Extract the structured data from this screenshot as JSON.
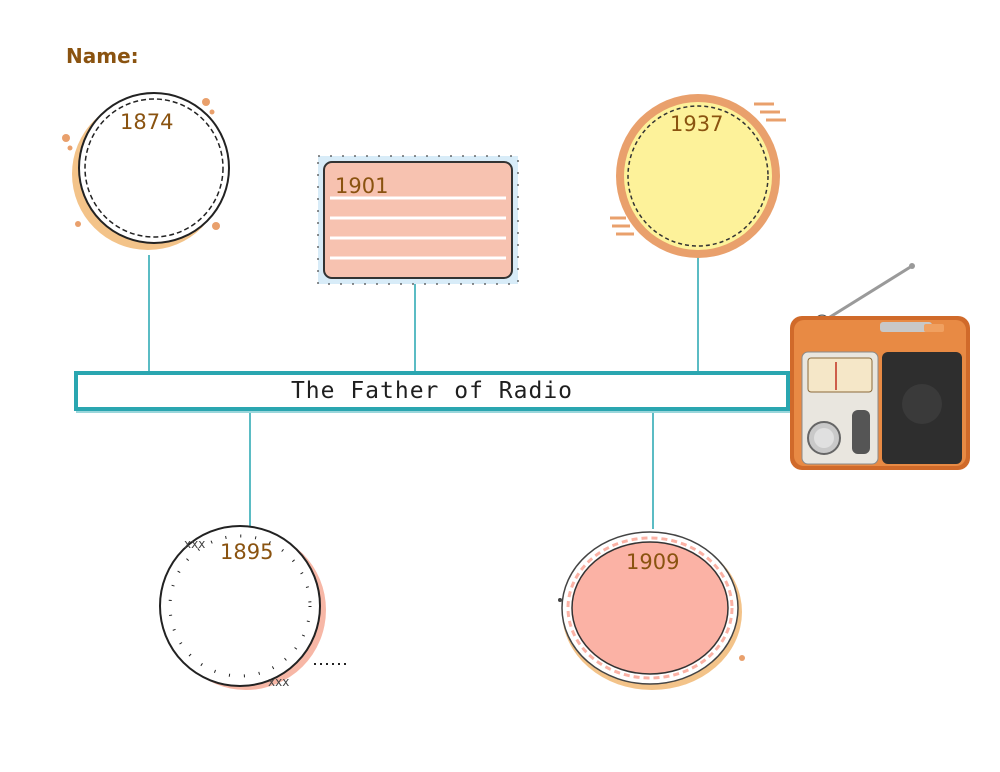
{
  "header": {
    "name_label": "Name:"
  },
  "timeline": {
    "title": "The Father of Radio",
    "events": [
      {
        "year": "1874"
      },
      {
        "year": "1901"
      },
      {
        "year": "1937"
      },
      {
        "year": "1895"
      },
      {
        "year": "1909"
      }
    ]
  },
  "colors": {
    "accent_teal": "#2aa6b0",
    "year_brown": "#8a5310",
    "card_peach": "#f7c2b0",
    "sun_yellow": "#fdf29a",
    "circle_orange": "#e9a06c",
    "oval_pink": "#fbb2a5"
  },
  "icons": {
    "radio": "radio-icon"
  }
}
